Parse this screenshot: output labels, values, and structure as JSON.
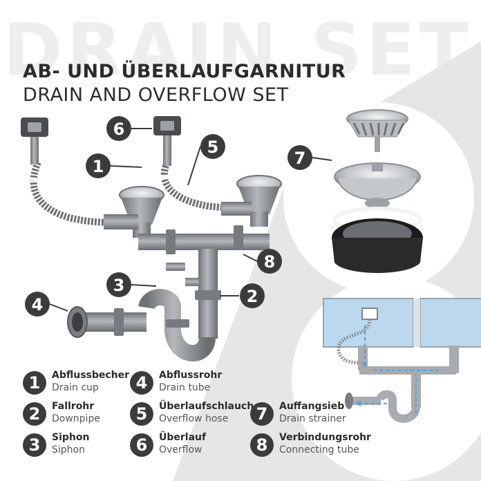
{
  "watermark": "DRAIN SET",
  "title_de": "AB- UND ÜBERLAUFGARNITUR",
  "title_en": "DRAIN AND OVERFLOW SET",
  "callouts": [
    "1",
    "2",
    "3",
    "4",
    "5",
    "6",
    "7",
    "8"
  ],
  "legend": [
    {
      "number": "1",
      "de": "Abflussbecher",
      "en": "Drain cup"
    },
    {
      "number": "2",
      "de": "Fallrohr",
      "en": "Downpipe"
    },
    {
      "number": "3",
      "de": "Siphon",
      "en": "Siphon"
    },
    {
      "number": "4",
      "de": "Abflussrohr",
      "en": "Drain tube"
    },
    {
      "number": "5",
      "de": "Überlaufschlauch",
      "en": "Overflow hose"
    },
    {
      "number": "6",
      "de": "Überlauf",
      "en": "Overflow"
    },
    {
      "number": "7",
      "de": "Auffangsieb",
      "en": "Drain strainer"
    },
    {
      "number": "8",
      "de": "Verbindungsrohr",
      "en": "Connecting tube"
    }
  ],
  "colors": {
    "text_dark": "#2b2b2b",
    "badge": "#3b3b3b",
    "pipe_grey": "#8a8d92",
    "steel": "#c9ccd0",
    "gasket": "#1c1c1c",
    "water": "#bcd8ee",
    "background_panel": "#e6e6e6"
  }
}
